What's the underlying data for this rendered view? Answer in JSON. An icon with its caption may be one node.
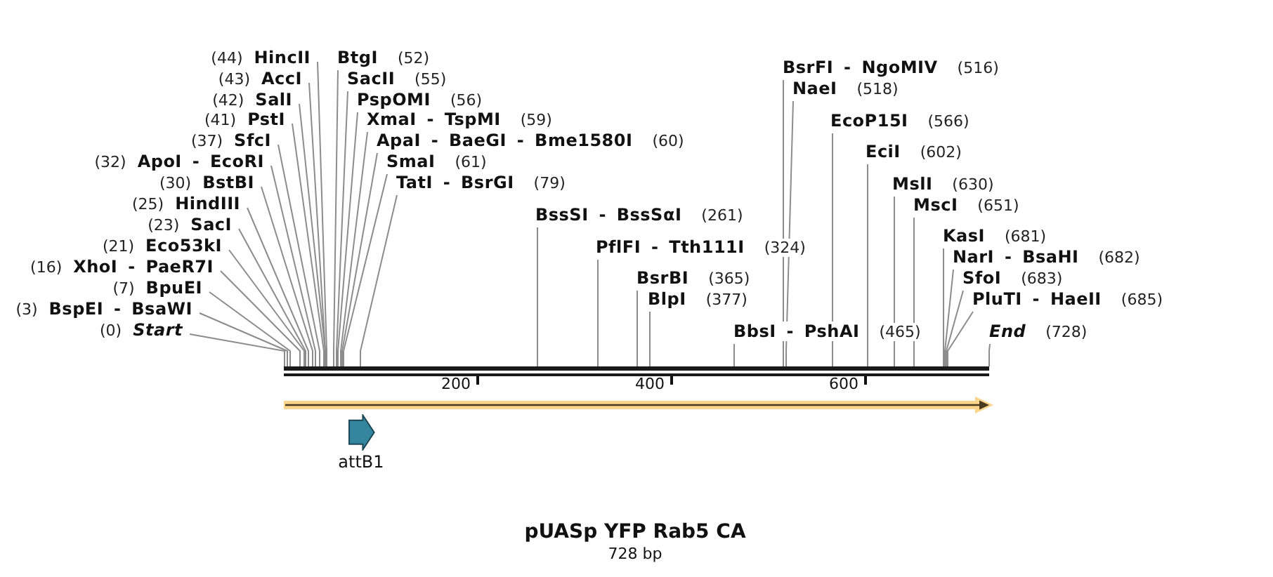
{
  "diagram": {
    "title": "pUASp YFP Rab5 CA",
    "caption": "728 bp",
    "nodes": [
      {
        "text": [
          "(44)",
          "HincII"
        ]
      },
      {
        "text": [
          "(43)",
          "AccI"
        ]
      },
      {
        "text": [
          "(42)",
          "SalI"
        ]
      },
      {
        "text": [
          "(41)",
          "PstI"
        ]
      },
      {
        "text": [
          "(37)",
          "SfcI"
        ]
      },
      {
        "text": [
          "(32)",
          "ApoI - EcoRI"
        ]
      },
      {
        "text": [
          "(30)",
          "BstBI"
        ]
      },
      {
        "text": [
          "(25)",
          "HindIII"
        ]
      },
      {
        "text": [
          "(23)",
          "SacI"
        ]
      },
      {
        "text": [
          "(21)",
          "Eco53kI"
        ]
      },
      {
        "text": [
          "(16)",
          "XhoI - PaeR7I"
        ]
      },
      {
        "text": [
          "(7)",
          "BpuEI"
        ]
      },
      {
        "text": [
          "(3)",
          "BspEI - BsaWI"
        ]
      },
      {
        "text": [
          "(0)",
          "Start"
        ]
      },
      {
        "text": [
          "BtgI",
          "(52)"
        ]
      },
      {
        "text": [
          "SacII",
          "(55)"
        ]
      },
      {
        "text": [
          "PspOMI",
          "(56)"
        ]
      },
      {
        "text": [
          "XmaI - TspMI",
          "(59)"
        ]
      },
      {
        "text": [
          "ApaI - BaeGI - Bme1580I",
          "(60)"
        ]
      },
      {
        "text": [
          "SmaI",
          "(61)"
        ]
      },
      {
        "text": [
          "TatI - BsrGI",
          "(79)"
        ]
      },
      {
        "text": [
          "BssSI - BssSαI",
          "(261)"
        ]
      },
      {
        "text": [
          "PflFI - Tth111I",
          "(324)"
        ]
      },
      {
        "text": [
          "BsrBI",
          "(365)"
        ]
      },
      {
        "text": [
          "BlpI",
          "(377)"
        ]
      },
      {
        "text": [
          "BbsI - PshAI",
          "(465)"
        ]
      },
      {
        "text": [
          "BsrFI - NgoMIV",
          "(516)"
        ]
      },
      {
        "text": [
          "NaeI",
          "(518)"
        ]
      },
      {
        "text": [
          "EcoP15I",
          "(566)"
        ]
      },
      {
        "text": [
          "EciI",
          "(602)"
        ]
      },
      {
        "text": [
          "MslI",
          "(630)"
        ]
      },
      {
        "text": [
          "MscI",
          "(651)"
        ]
      },
      {
        "text": [
          "KasI",
          "(681)"
        ]
      },
      {
        "text": [
          "NarI - BsaHI",
          "(682)"
        ]
      },
      {
        "text": [
          "SfoI",
          "(683)"
        ]
      },
      {
        "text": [
          "PluTI - HaeII",
          "(685)"
        ]
      },
      {
        "text": [
          "End",
          "(728)"
        ]
      },
      {
        "text": [],
        "shape": "bar"
      },
      {
        "text": [],
        "shape": "arrow"
      },
      {
        "text": [],
        "shape": "arrow",
        "beside": [
          "attB1"
        ]
      }
    ],
    "edges": [
      {
        "from": 0,
        "to": 37,
        "arrow": "none"
      },
      {
        "from": 1,
        "to": 37,
        "arrow": "none"
      },
      {
        "from": 2,
        "to": 37,
        "arrow": "none"
      },
      {
        "from": 3,
        "to": 37,
        "arrow": "none"
      },
      {
        "from": 4,
        "to": 37,
        "arrow": "none"
      },
      {
        "from": 5,
        "to": 37,
        "arrow": "none"
      },
      {
        "from": 6,
        "to": 37,
        "arrow": "none"
      },
      {
        "from": 7,
        "to": 37,
        "arrow": "none"
      },
      {
        "from": 8,
        "to": 37,
        "arrow": "none"
      },
      {
        "from": 9,
        "to": 37,
        "arrow": "none"
      },
      {
        "from": 10,
        "to": 37,
        "arrow": "none"
      },
      {
        "from": 11,
        "to": 37,
        "arrow": "none"
      },
      {
        "from": 12,
        "to": 37,
        "arrow": "none"
      },
      {
        "from": 13,
        "to": 37,
        "arrow": "none"
      },
      {
        "from": 14,
        "to": 37,
        "arrow": "none"
      },
      {
        "from": 15,
        "to": 37,
        "arrow": "none"
      },
      {
        "from": 16,
        "to": 37,
        "arrow": "none"
      },
      {
        "from": 17,
        "to": 37,
        "arrow": "none"
      },
      {
        "from": 18,
        "to": 37,
        "arrow": "none"
      },
      {
        "from": 19,
        "to": 37,
        "arrow": "none"
      },
      {
        "from": 20,
        "to": 37,
        "arrow": "none"
      },
      {
        "from": 21,
        "to": 37,
        "arrow": "none"
      },
      {
        "from": 22,
        "to": 37,
        "arrow": "none"
      },
      {
        "from": 23,
        "to": 37,
        "arrow": "none"
      },
      {
        "from": 24,
        "to": 37,
        "arrow": "none"
      },
      {
        "from": 25,
        "to": 37,
        "arrow": "none"
      },
      {
        "from": 26,
        "to": 37,
        "arrow": "none"
      },
      {
        "from": 27,
        "to": 37,
        "arrow": "none"
      },
      {
        "from": 28,
        "to": 37,
        "arrow": "none"
      },
      {
        "from": 29,
        "to": 37,
        "arrow": "none"
      },
      {
        "from": 30,
        "to": 37,
        "arrow": "none"
      },
      {
        "from": 31,
        "to": 37,
        "arrow": "none"
      },
      {
        "from": 32,
        "to": 37,
        "arrow": "none"
      },
      {
        "from": 33,
        "to": 37,
        "arrow": "none"
      },
      {
        "from": 34,
        "to": 37,
        "arrow": "none"
      },
      {
        "from": 35,
        "to": 37,
        "arrow": "none"
      },
      {
        "from": 36,
        "to": 37,
        "arrow": "none"
      }
    ],
    "labels": [
      "200",
      "400",
      "600"
    ]
  }
}
